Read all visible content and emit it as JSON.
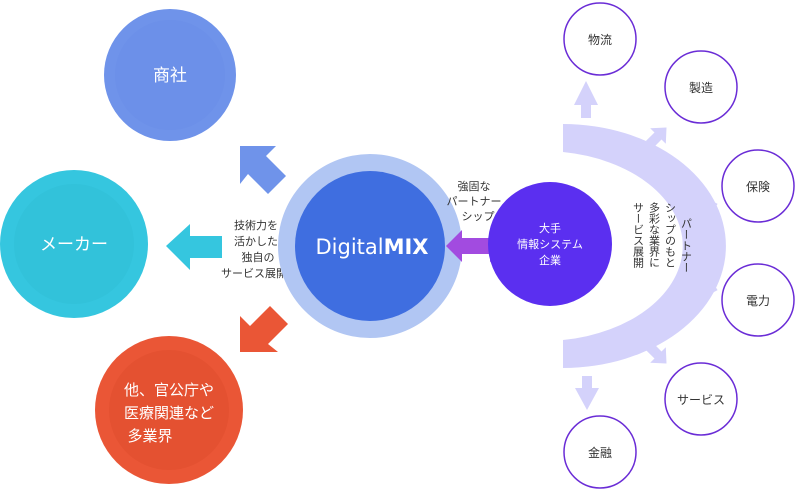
{
  "center": {
    "title_light": "Digital",
    "title_bold": "MIX"
  },
  "left_caption": [
    "技術力を",
    "活かした",
    "独自の",
    "サービス展開"
  ],
  "targets": {
    "trading": {
      "lines": [
        "商社"
      ]
    },
    "maker": {
      "lines": [
        "メーカー"
      ]
    },
    "public": {
      "lines": [
        "他、官公庁や",
        "医療関連など",
        "多業界"
      ]
    }
  },
  "partnership_label": [
    "強固な",
    "パートナー",
    "シップ"
  ],
  "partner_company": {
    "lines": [
      "大手",
      "情報システム",
      "企業"
    ]
  },
  "vertical_caption": [
    "パートナー",
    "シップのもと",
    "多彩な業界に",
    "サービス展開"
  ],
  "industries": [
    "物流",
    "製造",
    "保険",
    "電力",
    "サービス",
    "金融"
  ],
  "colors": {
    "trading": "#6f93ea",
    "maker": "#35c6df",
    "public": "#ea5636",
    "center": "#3f6ee0",
    "center_ring": "#b1c6f3",
    "partner": "#5b2ff0",
    "link": "#a24be0",
    "arc": "#d4d2fb",
    "industry_ring": "#6a2cd6"
  }
}
